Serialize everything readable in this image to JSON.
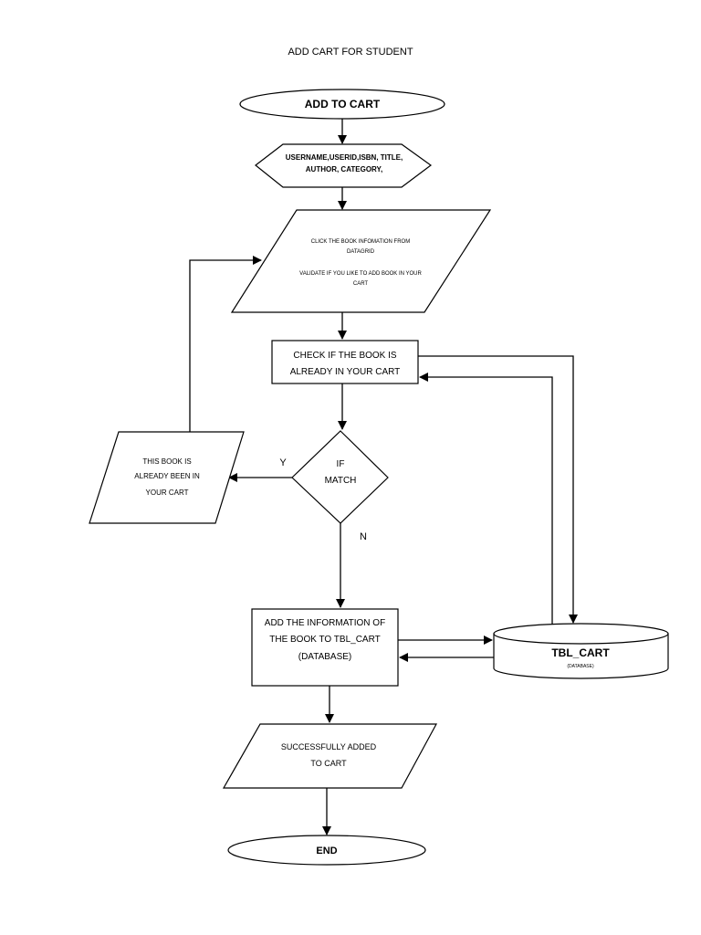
{
  "title": "ADD CART FOR STUDENT",
  "nodes": {
    "start": "ADD TO CART",
    "input_line1": "USERNAME,USERID,ISBN, TITLE,",
    "input_line2": "AUTHOR, CATEGORY,",
    "select_line1": "CLICK THE BOOK INFOMATION FROM",
    "select_line2": "DATAGRID",
    "select_line3": "VALIDATE IF YOU LIKE TO ADD BOOK IN YOUR",
    "select_line4": "CART",
    "check_line1": "CHECK IF THE BOOK IS",
    "check_line2": "ALREADY IN YOUR CART",
    "decision_line1": "IF",
    "decision_line2": "MATCH",
    "exists_line1": "THIS BOOK IS",
    "exists_line2": "ALREADY BEEN IN",
    "exists_line3": "YOUR CART",
    "add_line1": "ADD THE INFORMATION OF",
    "add_line2": "THE BOOK TO TBL_CART",
    "add_line3": "(DATABASE)",
    "db_name": "TBL_CART",
    "db_sub": "(DATABASE)",
    "success_line1": "SUCCESSFULLY ADDED",
    "success_line2": "TO  CART",
    "end": "END"
  },
  "edges": {
    "yes_label": "Y",
    "no_label": "N"
  }
}
